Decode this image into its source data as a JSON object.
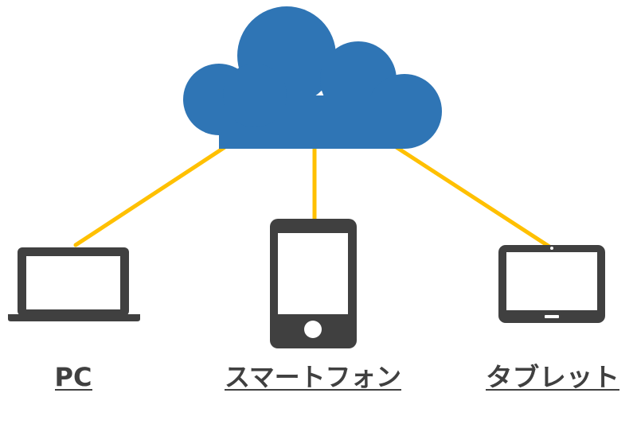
{
  "colors": {
    "cloud": "#2f75b5",
    "connector": "#ffc000",
    "device": "#404040",
    "screen": "#ffffff",
    "label": "#404040"
  },
  "cloud": {
    "icon": "cloud-icon"
  },
  "devices": [
    {
      "icon": "laptop-icon",
      "label": "PC"
    },
    {
      "icon": "smartphone-icon",
      "label": "スマートフォン"
    },
    {
      "icon": "tablet-icon",
      "label": "タブレット"
    }
  ]
}
